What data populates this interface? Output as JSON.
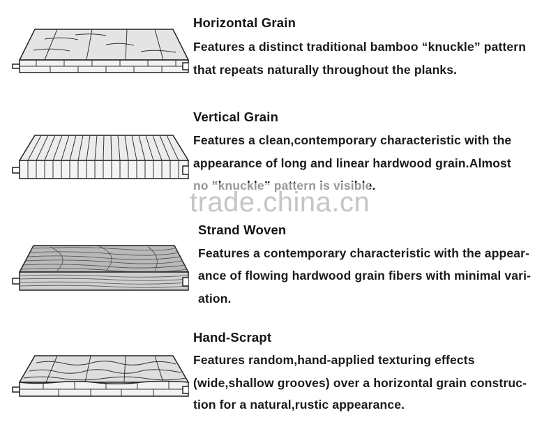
{
  "sections": [
    {
      "title": "Horizontal Grain",
      "lines": [
        "Features a distinct traditional bamboo “knuckle” pattern",
        "that repeats naturally throughout the planks."
      ]
    },
    {
      "title": "Vertical Grain",
      "lines": [
        "Features a clean,contemporary characteristic with the",
        "appearance of long and linear hardwood grain.Almost",
        "no “knuckle” pattern is visible."
      ]
    },
    {
      "title": "Strand Woven",
      "lines": [
        "Features a contemporary characteristic with the appear-",
        "ance of flowing hardwood grain fibers with minimal vari-",
        "ation."
      ]
    },
    {
      "title": "Hand-Scrapt",
      "lines": [
        "Features random,hand-applied texturing effects",
        "(wide,shallow grooves) over a horizontal grain construc-",
        "tion for a natural,rustic appearance."
      ]
    }
  ],
  "watermark": "trade.china.cn"
}
